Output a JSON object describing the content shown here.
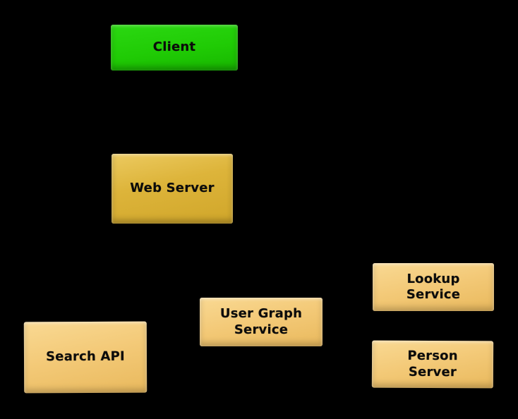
{
  "diagram": {
    "background_color": "#000000",
    "text_color": "#0b0b0b",
    "nodes": [
      {
        "id": "client",
        "label": "Client",
        "fill_color": "#20cb05"
      },
      {
        "id": "web-server",
        "label": "Web Server",
        "fill_color": "#ddb43a"
      },
      {
        "id": "search-api",
        "label": "Search API",
        "fill_color": "#f3c977"
      },
      {
        "id": "user-graph-service",
        "label": "User Graph\nService",
        "fill_color": "#f3c977"
      },
      {
        "id": "lookup-service",
        "label": "Lookup\nService",
        "fill_color": "#f3c977"
      },
      {
        "id": "person-server",
        "label": "Person\nServer",
        "fill_color": "#f3c977"
      }
    ]
  }
}
